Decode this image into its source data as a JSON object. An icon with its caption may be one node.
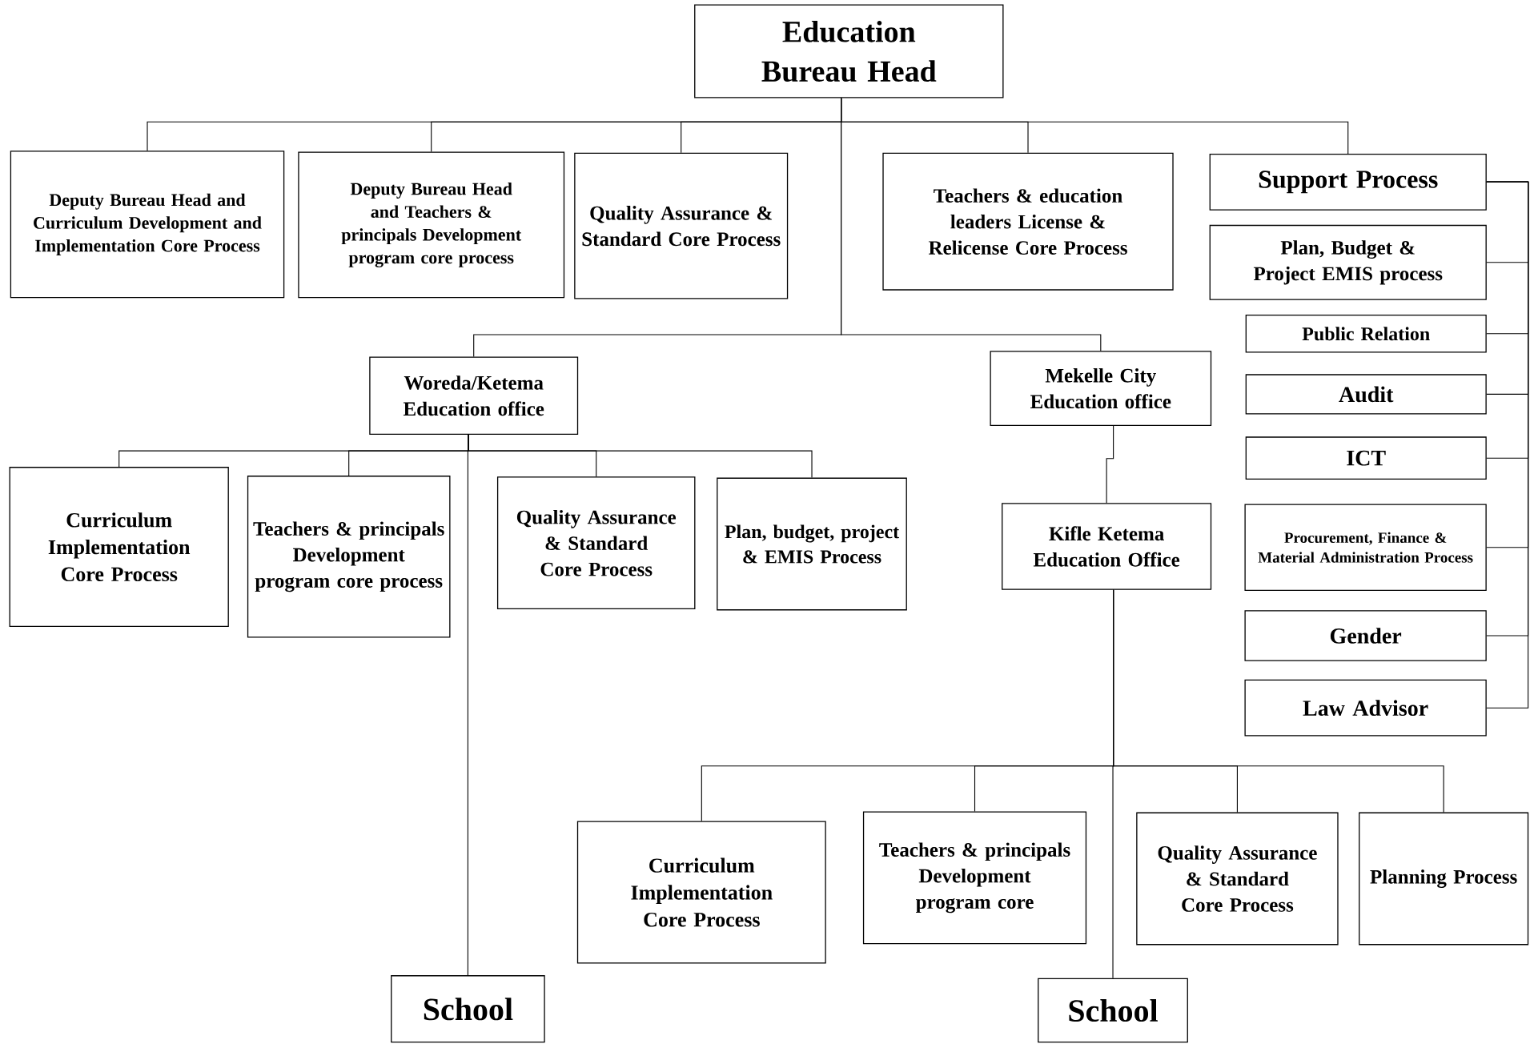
{
  "diagram": {
    "nodes": [
      {
        "text": [
          "Education Bureau Head"
        ]
      },
      {
        "text": [
          "Deputy Bureau Head and Curriculum Development and Implementation Core Process"
        ]
      },
      {
        "text": [
          "Deputy Bureau Head and Teachers & principals Development program core process"
        ]
      },
      {
        "text": [
          "Quality Assurance & Standard Core Process"
        ]
      },
      {
        "text": [
          "Teachers & education leaders License & Relicense Core Process"
        ]
      },
      {
        "text": [
          "Support Process"
        ]
      },
      {
        "text": [
          "Plan, Budget & Project EMIS process"
        ]
      },
      {
        "text": [
          "Public Relation"
        ]
      },
      {
        "text": [
          "Audit"
        ]
      },
      {
        "text": [
          "ICT"
        ]
      },
      {
        "text": [
          "Procurement, Finance & Material Administration Process"
        ]
      },
      {
        "text": [
          "Gender"
        ]
      },
      {
        "text": [
          "Law Advisor"
        ]
      },
      {
        "text": [
          "Woreda/Ketema Education office"
        ]
      },
      {
        "text": [
          "Mekelle City Education office"
        ]
      },
      {
        "text": [
          "Curriculum Implementation Core Process"
        ]
      },
      {
        "text": [
          "Teachers & principals Development program core process"
        ]
      },
      {
        "text": [
          "Quality Assurance & Standard Core Process"
        ]
      },
      {
        "text": [
          "Plan, budget, project & EMIS Process"
        ]
      },
      {
        "text": [
          "Kifle Ketema Education Office"
        ]
      },
      {
        "text": [
          "Curriculum Implementation Core Process"
        ]
      },
      {
        "text": [
          "Teachers & principals Development program core"
        ]
      },
      {
        "text": [
          "Quality Assurance & Standard Core Process"
        ]
      },
      {
        "text": [
          "Planning Process"
        ]
      },
      {
        "text": [
          "School"
        ]
      },
      {
        "text": [
          "School"
        ]
      }
    ],
    "edges": [
      {
        "from": 0,
        "to": 1,
        "arrow": "none"
      },
      {
        "from": 0,
        "to": 2,
        "arrow": "none"
      },
      {
        "from": 0,
        "to": 3,
        "arrow": "none"
      },
      {
        "from": 0,
        "to": 4,
        "arrow": "none"
      },
      {
        "from": 0,
        "to": 5,
        "arrow": "none"
      },
      {
        "from": 0,
        "to": 13,
        "arrow": "none"
      },
      {
        "from": 0,
        "to": 14,
        "arrow": "none"
      },
      {
        "from": 13,
        "to": 15,
        "arrow": "none"
      },
      {
        "from": 13,
        "to": 16,
        "arrow": "none"
      },
      {
        "from": 13,
        "to": 17,
        "arrow": "none"
      },
      {
        "from": 13,
        "to": 18,
        "arrow": "none"
      },
      {
        "from": 13,
        "to": 24,
        "arrow": "none"
      },
      {
        "from": 14,
        "to": 19,
        "arrow": "none"
      },
      {
        "from": 19,
        "to": 20,
        "arrow": "none"
      },
      {
        "from": 19,
        "to": 21,
        "arrow": "none"
      },
      {
        "from": 19,
        "to": 22,
        "arrow": "none"
      },
      {
        "from": 19,
        "to": 23,
        "arrow": "none"
      },
      {
        "from": 19,
        "to": 25,
        "arrow": "none"
      },
      {
        "from": 5,
        "to": 6,
        "arrow": "none"
      },
      {
        "from": 5,
        "to": 7,
        "arrow": "none"
      },
      {
        "from": 5,
        "to": 8,
        "arrow": "none"
      },
      {
        "from": 5,
        "to": 9,
        "arrow": "none"
      },
      {
        "from": 5,
        "to": 10,
        "arrow": "none"
      },
      {
        "from": 5,
        "to": 11,
        "arrow": "none"
      },
      {
        "from": 5,
        "to": 12,
        "arrow": "none"
      }
    ]
  }
}
